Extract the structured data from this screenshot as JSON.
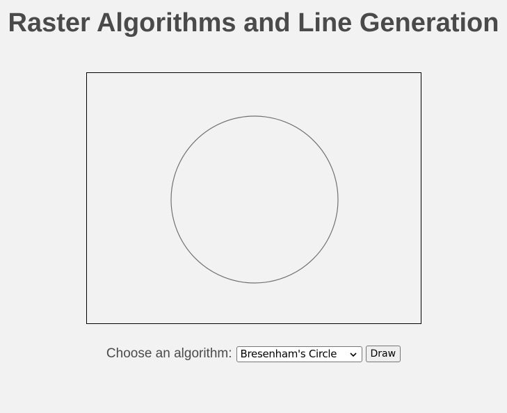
{
  "page": {
    "title": "Raster Algorithms and Line Generation"
  },
  "canvas": {
    "border_color": "#000000",
    "shape": "circle",
    "stroke_color": "#707070"
  },
  "controls": {
    "label": "Choose an algorithm:",
    "algorithm_select": {
      "selected": "Bresenham's Circle"
    },
    "draw_label": "Draw"
  },
  "icons": {
    "select_arrow": "chevron-down-icon"
  }
}
